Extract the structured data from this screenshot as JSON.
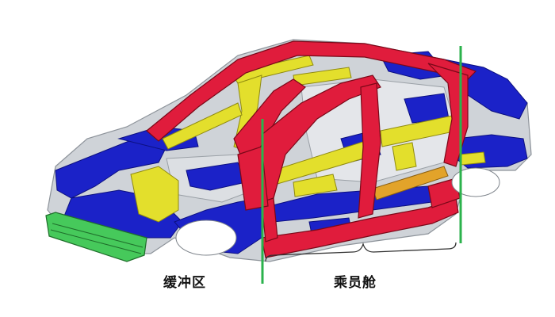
{
  "labels": {
    "crumple_zone": "缓冲区",
    "passenger_cabin": "乘员舱"
  },
  "colors": {
    "high_strength_red": "#e01c3c",
    "steel_blue": "#1b22c8",
    "reinforcement_yellow": "#e3df2c",
    "bumper_green": "#46c95b",
    "orange_bar": "#e2a32a",
    "base_grey": "#c9cdd3",
    "divider_green": "#2bb24c"
  },
  "icons": {
    "zone_brace": "curly-brace"
  }
}
